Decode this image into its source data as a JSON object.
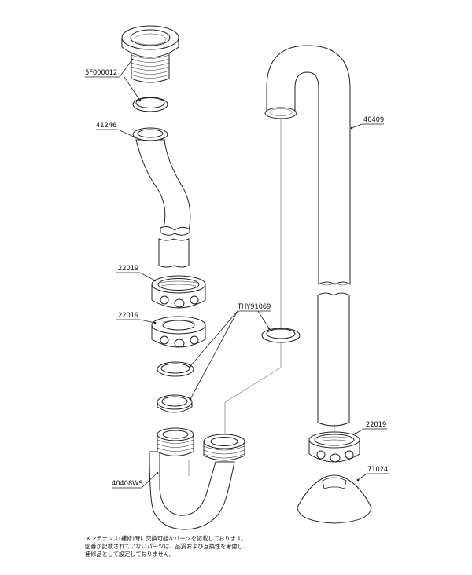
{
  "parts": {
    "p_5f000012": "5F000012",
    "p_41246": "41246",
    "p_22019_a": "22019",
    "p_22019_b": "22019",
    "p_thy91069": "THY91069",
    "p_40408ws": "40408WS",
    "p_40409": "40409",
    "p_22019_c": "22019",
    "p_71024": "71024"
  },
  "footnote": {
    "line1": "メンテナンス(補修)時に交換可能なパーツを記載しております。",
    "line2": "図番が記載されていないパーツは、品質および互換性を考慮し、",
    "line3": "補修品として設定しておりません。"
  }
}
